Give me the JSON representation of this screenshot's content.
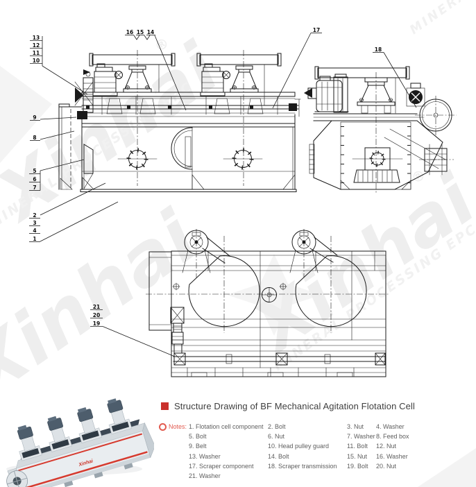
{
  "watermark": {
    "brand": "Xinhai",
    "registered": "®",
    "tagline": "MINERAL PROCESSING EPC"
  },
  "drawing": {
    "line_color": "#1a1a1a",
    "callouts": {
      "upper_left_stack": [
        "13",
        "12",
        "11",
        "10"
      ],
      "top_row": [
        "16",
        "15",
        "14"
      ],
      "scraper": "17",
      "transmission": "18",
      "belt": "9",
      "feed_box": "8",
      "wall_stack": [
        "5",
        "6",
        "7"
      ],
      "lower_left_stack": [
        "2",
        "3",
        "4",
        "1"
      ],
      "plan_stack": [
        "21",
        "20",
        "19"
      ]
    }
  },
  "caption": {
    "title": "Structure Drawing of BF Mechanical Agitation Flotation Cell",
    "accent_color": "#c9302c"
  },
  "notes": {
    "label": "Notes:",
    "rows": [
      [
        "1. Flotation cell component",
        "2. Bolt",
        "3. Nut",
        "4. Washer"
      ],
      [
        "5. Bolt",
        "6. Nut",
        "7. Washer",
        "8. Feed box"
      ],
      [
        "9. Belt",
        "10. Head pulley guard",
        "11. Bolt",
        "12. Nut"
      ],
      [
        "13. Washer",
        "14. Bolt",
        "15. Nut",
        "16. Washer"
      ],
      [
        "17. Scraper component",
        "18. Scraper transmission",
        "19. Bolt",
        "20. Nut"
      ],
      [
        "21. Washer",
        "",
        "",
        ""
      ]
    ]
  },
  "photo": {
    "logo": "Xinhai"
  }
}
